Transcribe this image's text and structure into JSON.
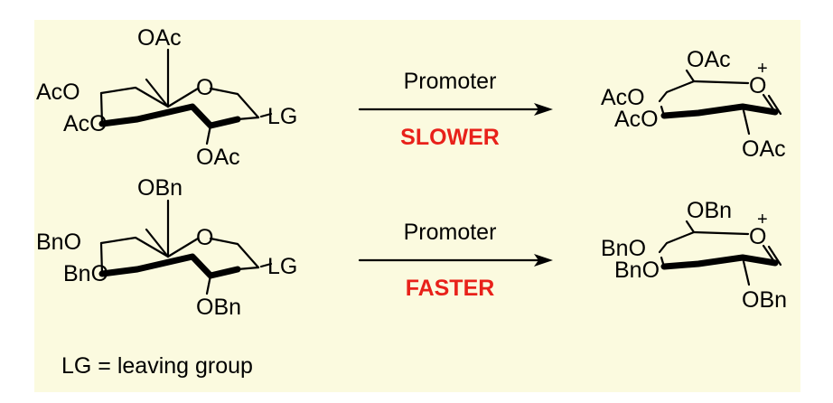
{
  "colors": {
    "panel_background": "#fbfadf",
    "rate_label": "#e8211a",
    "ink": "#000000"
  },
  "reactions": [
    {
      "start": {
        "c6_group": "OAc",
        "c4_group": "AcO",
        "c3_group": "AcO",
        "c2_group": "OAc",
        "ring_oxygen": "O",
        "anomeric_group": "LG"
      },
      "promoter": "Promoter",
      "rate": "SLOWER",
      "product": {
        "c6_group": "OAc",
        "c4_group": "AcO",
        "c3_group": "AcO",
        "c2_group": "OAc",
        "ring_oxygen": "O",
        "charge": "+"
      }
    },
    {
      "start": {
        "c6_group": "OBn",
        "c4_group": "BnO",
        "c3_group": "BnO",
        "c2_group": "OBn",
        "ring_oxygen": "O",
        "anomeric_group": "LG"
      },
      "promoter": "Promoter",
      "rate": "FASTER",
      "product": {
        "c6_group": "OBn",
        "c4_group": "BnO",
        "c3_group": "BnO",
        "c2_group": "OBn",
        "ring_oxygen": "O",
        "charge": "+"
      }
    }
  ],
  "footnote": "LG = leaving group"
}
